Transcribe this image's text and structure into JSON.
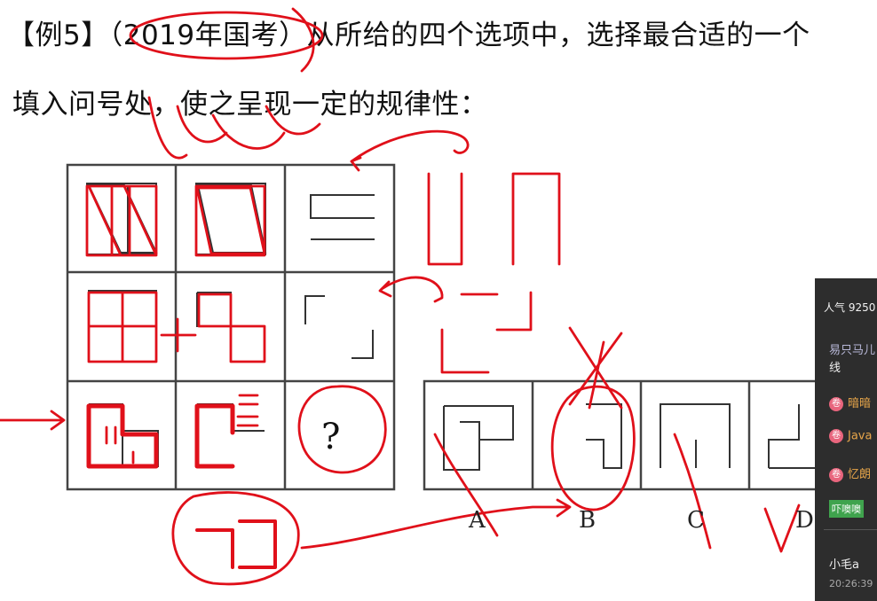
{
  "question": {
    "line1": "【例5】（2019年国考）从所给的四个选项中，选择最合适的一个",
    "line2": "填入问号处，使之呈现一定的规律性："
  },
  "puzzle": {
    "question_mark": "?",
    "options": [
      "A",
      "B",
      "C",
      "D"
    ]
  },
  "live_chat": {
    "popularity": "人气 9250",
    "topic_line1": "易只马儿",
    "topic_line2": "线",
    "users": [
      "暗暗",
      "Java",
      "忆朗"
    ],
    "badge_icon": "卷",
    "green_tag": "吓噢噢",
    "username": "小毛a",
    "timestamp": "20:26:39"
  },
  "colors": {
    "annotation_red": "#e0101a",
    "chat_bg": "#2d2d2d"
  }
}
